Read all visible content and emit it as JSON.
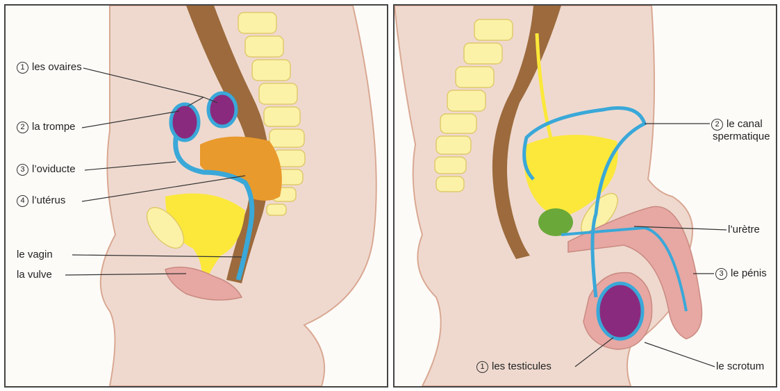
{
  "female": {
    "labels": [
      {
        "num": "1",
        "text": "les ovaires"
      },
      {
        "num": "2",
        "text": "la trompe"
      },
      {
        "num": "3",
        "text": "l’oviducte"
      },
      {
        "num": "4",
        "text": "l’utérus"
      },
      {
        "num": "",
        "text": "le vagin"
      },
      {
        "num": "",
        "text": "la vulve"
      }
    ]
  },
  "male": {
    "labels": [
      {
        "num": "2",
        "text": "le canal",
        "text2": "spermatique"
      },
      {
        "num": "",
        "text": "l’urètre"
      },
      {
        "num": "3",
        "text": "le pénis"
      },
      {
        "num": "1",
        "text": "les testicules"
      },
      {
        "num": "",
        "text": "le scrotum"
      }
    ]
  },
  "colors": {
    "skin": "#efd9cf",
    "skin_outline": "#d9a892",
    "bone": "#fbf2a8",
    "rectum": "#9c6a3c",
    "bladder": "#fbe83a",
    "uterus": "#e99a2c",
    "duct": "#3aa8d8",
    "ovary": "#8a2a7e",
    "prostate": "#6aa83a",
    "penis": "#e7a7a3"
  }
}
